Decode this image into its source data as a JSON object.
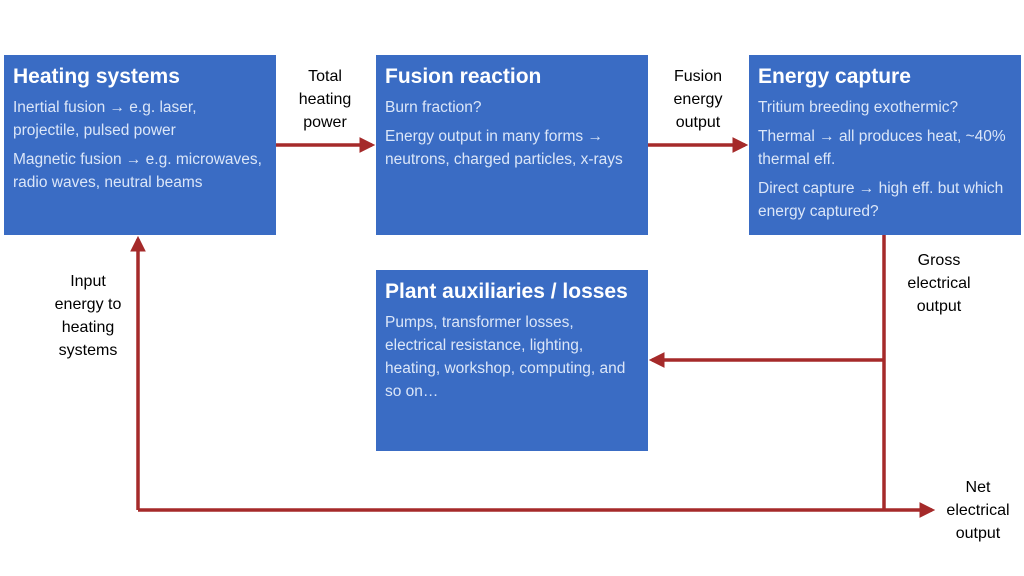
{
  "boxes": {
    "heating": {
      "title": "Heating systems",
      "lines": [
        "Inertial fusion → e.g. laser, projectile, pulsed power",
        "Magnetic fusion → e.g. microwaves, radio waves, neutral beams"
      ]
    },
    "fusion": {
      "title": "Fusion reaction",
      "lines": [
        "Burn fraction?",
        "Energy output in many forms → neutrons, charged particles, x-rays"
      ]
    },
    "capture": {
      "title": "Energy capture",
      "lines": [
        "Tritium breeding exothermic?",
        "Thermal → all produces heat, ~40% thermal eff.",
        "Direct capture → high eff. but which energy captured?"
      ]
    },
    "aux": {
      "title": "Plant auxiliaries / losses",
      "lines": [
        "Pumps, transformer losses, electrical resistance, lighting, heating, workshop, computing, and so on…"
      ]
    }
  },
  "labels": {
    "total_heating_power": [
      "Total",
      "heating",
      "power"
    ],
    "fusion_energy_output": [
      "Fusion",
      "energy",
      "output"
    ],
    "gross_electrical_output": [
      "Gross",
      "electrical",
      "output"
    ],
    "input_energy": [
      "Input",
      "energy to",
      "heating",
      "systems"
    ],
    "net_electrical_output": [
      "Net",
      "electrical",
      "output"
    ]
  },
  "colors": {
    "box_fill": "#3a6cc4",
    "arrow": "#a52a2a"
  }
}
